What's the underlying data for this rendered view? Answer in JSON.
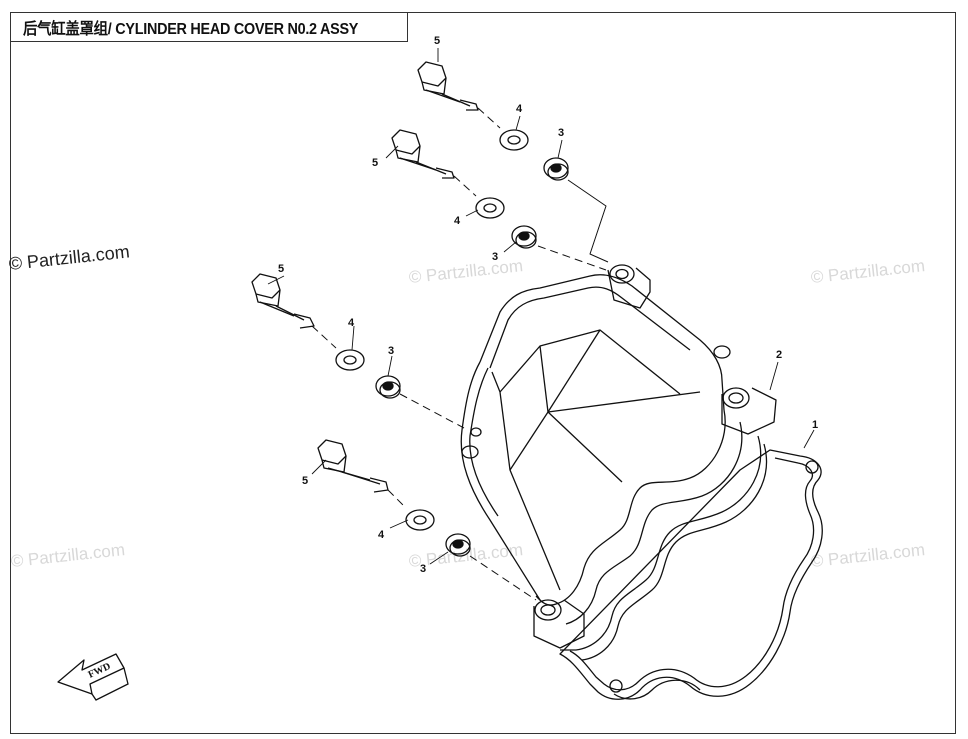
{
  "title": "后气缸盖罩组/ CYLINDER HEAD COVER N0.2 ASSY",
  "watermark": "© Partzilla.com",
  "callouts": [
    "1",
    "2",
    "3",
    "3",
    "3",
    "3",
    "4",
    "4",
    "4",
    "4",
    "5",
    "5",
    "5",
    "5"
  ],
  "direction_label": "FWD"
}
